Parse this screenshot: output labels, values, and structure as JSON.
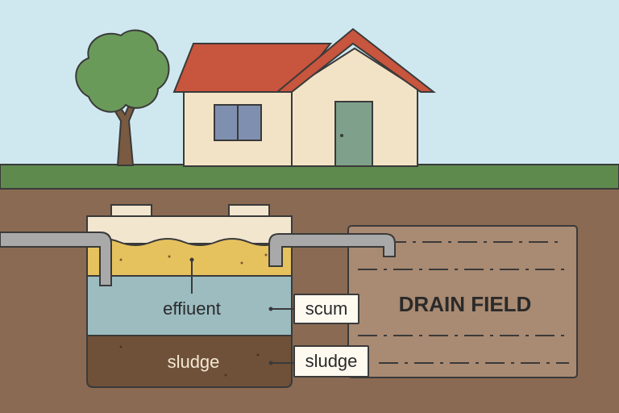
{
  "labels": {
    "effluent": "effiuent",
    "sludge_inside": "sludge",
    "scum_tag": "scum",
    "sludge_tag": "sludge",
    "drain_field": "DRAIN FIELD"
  },
  "colors": {
    "sky": "#cfe8f0",
    "grass": "#5f8a4e",
    "soil": "#8a6a52",
    "roof": "#c8553d",
    "house_wall": "#f3e3c6",
    "door": "#7fa08a",
    "window": "#7f8fb0",
    "tree": "#6a9a5a",
    "trunk": "#7a5a40",
    "tank_lid": "#f2e6cf",
    "scum_layer": "#e6c25e",
    "effluent_layer": "#9cbcc0",
    "sludge_layer": "#6e5138",
    "drain_field_bg": "#a98a72",
    "pipe": "#a9a9a9",
    "outline": "#3a3a3a"
  }
}
